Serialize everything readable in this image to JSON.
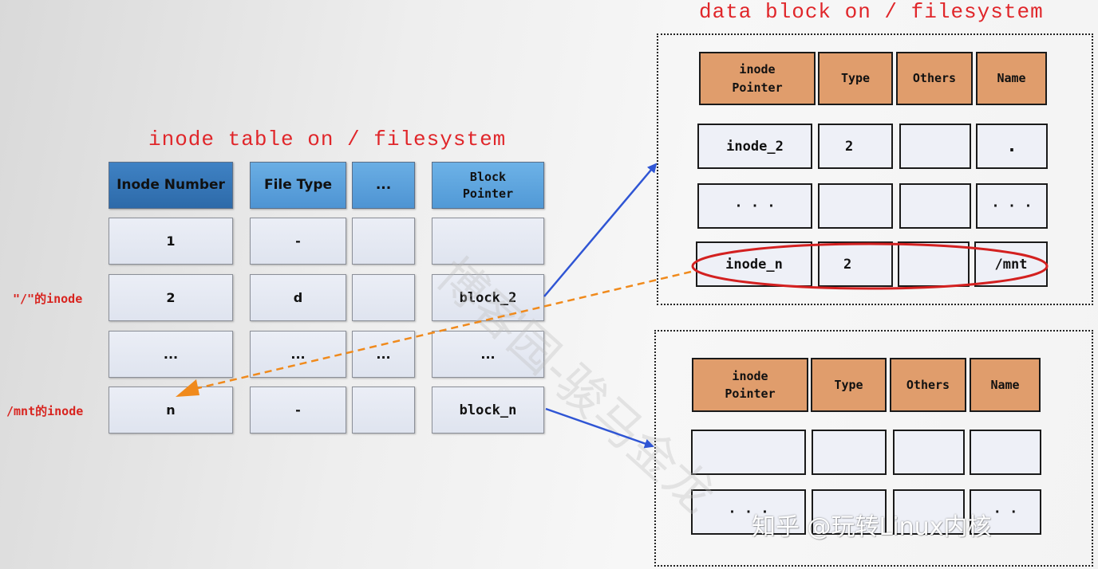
{
  "inode_table": {
    "title": "inode table on / filesystem",
    "headers": [
      "Inode Number",
      "File Type",
      "...",
      "Block\nPointer"
    ],
    "rows": [
      [
        "1",
        "-",
        "",
        ""
      ],
      [
        "2",
        "d",
        "",
        "block_2"
      ],
      [
        "...",
        "...",
        "...",
        "..."
      ],
      [
        "n",
        "-",
        "",
        "block_n"
      ]
    ],
    "row_labels": {
      "root": "\"/\"的inode",
      "mnt": "/mnt的inode"
    }
  },
  "data_block_top": {
    "title": "data block on / filesystem",
    "headers": [
      "inode\nPointer",
      "Type",
      "Others",
      "Name"
    ],
    "rows": [
      [
        "inode_2",
        "2",
        "",
        "."
      ],
      [
        "· · ·",
        "",
        "",
        "· · ·"
      ],
      [
        "inode_n",
        "2",
        "",
        "/mnt"
      ]
    ]
  },
  "data_block_bottom": {
    "headers": [
      "inode\nPointer",
      "Type",
      "Others",
      "Name"
    ],
    "rows": [
      [
        "",
        "",
        "",
        ""
      ],
      [
        "· · ·",
        "",
        "",
        "· ·"
      ]
    ]
  },
  "watermark": {
    "text": "知乎 @玩转Linux内核",
    "diagonal": "博客园-骏马金龙"
  },
  "colors": {
    "title_red": "#e0262a",
    "header_blue_dark": "#2d6aa9",
    "header_blue_light": "#5199d6",
    "header_orange": "#e09d6c",
    "arrow_blue": "#2f55d4",
    "arrow_orange": "#f08a1c",
    "highlight_ellipse": "#d32020"
  }
}
